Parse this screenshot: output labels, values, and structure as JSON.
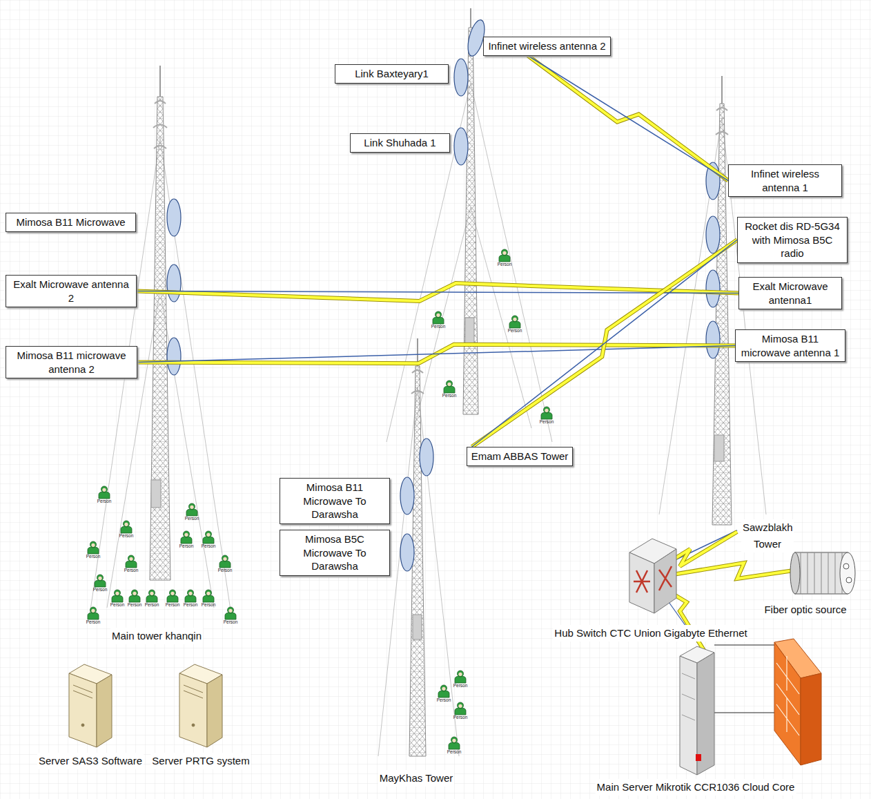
{
  "diagram": {
    "nodes": [
      {
        "text": [
          "Infinet wireless antenna 2"
        ]
      },
      {
        "text": [
          "Link Baxteyary1"
        ]
      },
      {
        "text": [
          "Link Shuhada 1"
        ]
      },
      {
        "text": [
          "Infinet wireless antenna 1"
        ]
      },
      {
        "text": [
          "Mimosa B11 Microwave"
        ]
      },
      {
        "text": [
          "Rocket dis RD-5G34 with Mimosa B5C radio"
        ]
      },
      {
        "text": [
          "Exalt Microwave antenna 2"
        ]
      },
      {
        "text": [
          "Exalt Microwave antenna1"
        ]
      },
      {
        "text": [
          "Mimosa B11 microwave antenna 1"
        ]
      },
      {
        "text": [
          "Mimosa B11 microwave antenna 2"
        ]
      },
      {
        "text": [
          "Emam ABBAS Tower"
        ]
      },
      {
        "text": [
          "Mimosa B11 Microwave To Darawsha"
        ]
      },
      {
        "text": [
          "Mimosa B5C Microwave To Darawsha"
        ]
      }
    ],
    "edges": [
      {
        "from": 0,
        "to": 3,
        "arrow": "none"
      },
      {
        "from": 6,
        "to": 7,
        "arrow": "none"
      },
      {
        "from": 9,
        "to": 8,
        "arrow": "none"
      },
      {
        "from": 10,
        "to": 5,
        "arrow": "none"
      }
    ],
    "labels": [
      "Person",
      "Person",
      "Person",
      "Person",
      "Person",
      "Person",
      "Person",
      "Person",
      "Person",
      "Person",
      "Person",
      "Person",
      "Person",
      "Person",
      "Person",
      "Person",
      "Person",
      "Person",
      "Person",
      "Person",
      "Person",
      "Person",
      "Person",
      "Person",
      "Person",
      "Person",
      "Main tower khanqin",
      "Server SAS3 Software",
      "Server PRTG system",
      "MayKhas Tower",
      "Sawzblakh Tower",
      "Fiber optic source",
      "Hub Switch CTC Union Gigabyte Ethernet",
      "Main Server Mikrotik CCR1036 Cloud Core"
    ]
  }
}
